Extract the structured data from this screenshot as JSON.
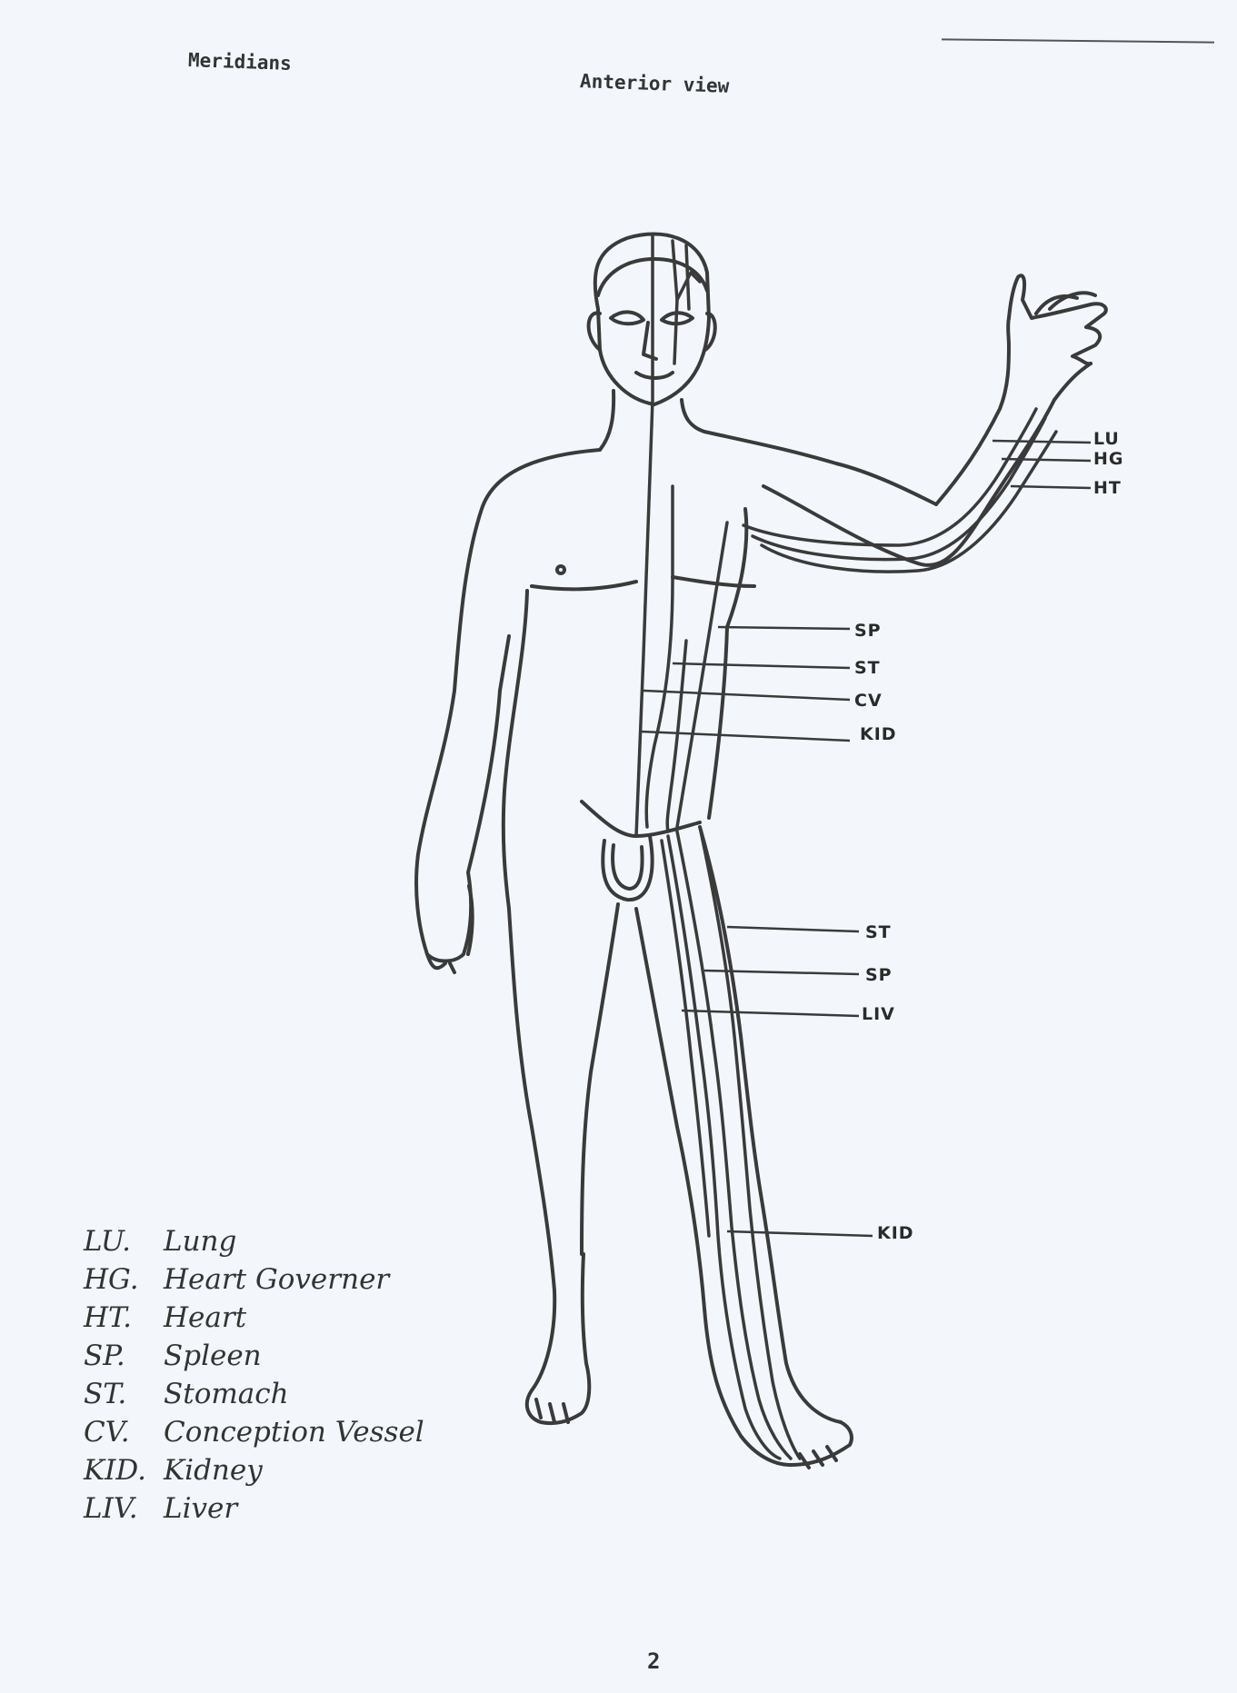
{
  "header": {
    "title": "Meridians",
    "view": "Anterior view"
  },
  "labels": {
    "lu": "LU",
    "hg": "HG",
    "ht": "HT",
    "sp_upper": "SP",
    "st_upper": "ST",
    "cv": "CV",
    "kid_upper": "KID",
    "st_lower": "ST",
    "sp_lower": "SP",
    "liv": "LIV",
    "kid_lower": "KID"
  },
  "legend": [
    {
      "abbr": "LU.",
      "name": "Lung"
    },
    {
      "abbr": "HG.",
      "name": "Heart Governer"
    },
    {
      "abbr": "HT.",
      "name": "Heart"
    },
    {
      "abbr": "SP.",
      "name": "Spleen"
    },
    {
      "abbr": "ST.",
      "name": "Stomach"
    },
    {
      "abbr": "CV.",
      "name": "Conception Vessel"
    },
    {
      "abbr": "KID.",
      "name": "Kidney"
    },
    {
      "abbr": "LIV.",
      "name": "Liver"
    }
  ],
  "footer": {
    "page_number": "2"
  }
}
